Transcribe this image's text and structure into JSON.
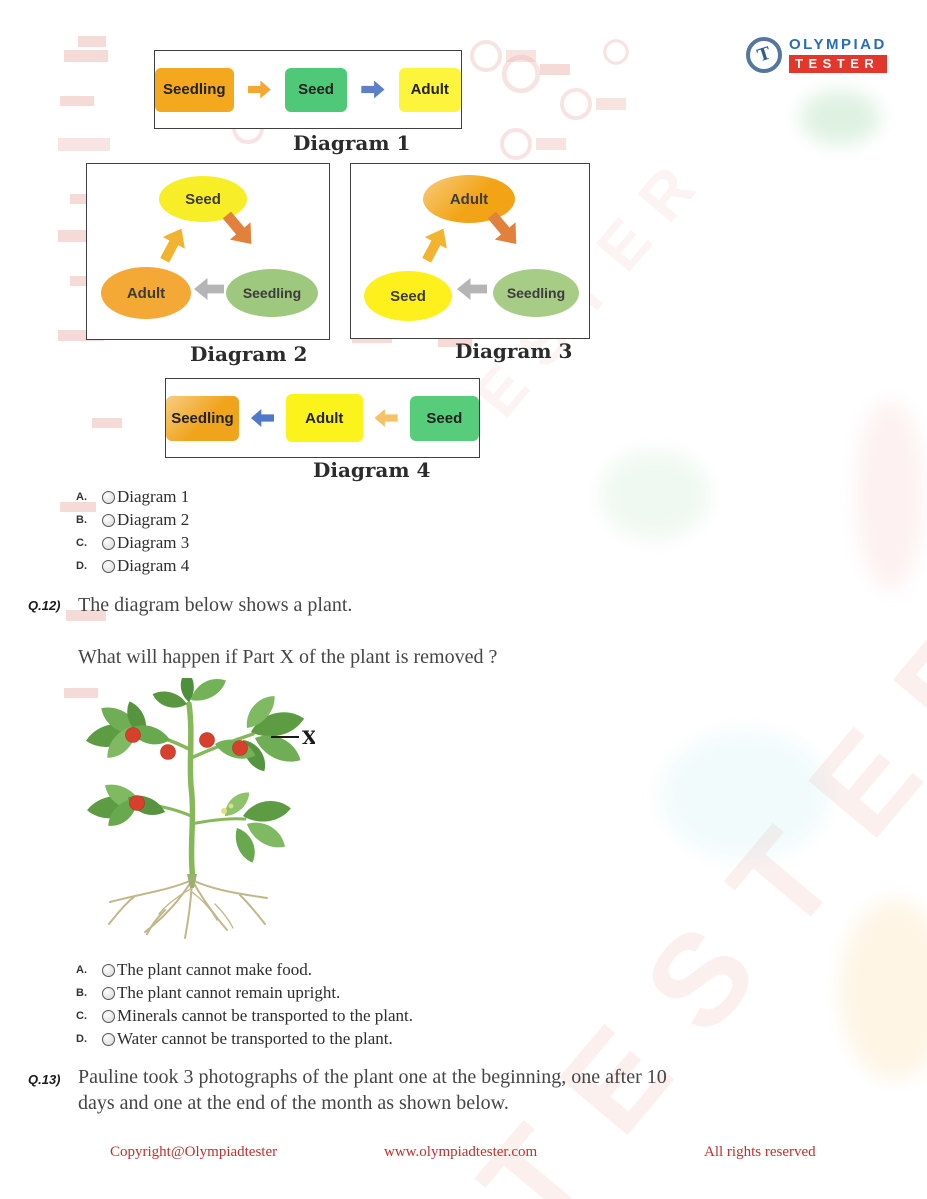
{
  "logo": {
    "t": "T",
    "olympiad": "OLYMPIAD",
    "tester": "TESTER",
    "blue": "#2a6cb5",
    "red": "#e2372b"
  },
  "watermark": {
    "text": "TESTER"
  },
  "diagram1": {
    "caption": "Diagram 1",
    "nodes": [
      {
        "label": "Seedling",
        "bg": "#f3a81d"
      },
      {
        "label": "Seed",
        "bg": "#4fc878"
      },
      {
        "label": "Adult",
        "bg": "#fdf43c"
      }
    ],
    "arrows": [
      {
        "dir": "right",
        "color": "#f2a832"
      },
      {
        "dir": "right",
        "color": "#5b80c8"
      }
    ]
  },
  "diagram2": {
    "caption": "Diagram 2",
    "top": {
      "label": "Seed",
      "bg": "#f7ee27"
    },
    "bottom_left": {
      "label": "Adult",
      "bg": "#f4a836"
    },
    "bottom_right": {
      "label": "Seedling",
      "bg": "#9dc87d"
    },
    "arrows": [
      {
        "from": "Seed",
        "to": "Seedling",
        "color": "#e2813b"
      },
      {
        "from": "Seedling",
        "to": "Adult",
        "color": "#b5b5b5"
      },
      {
        "from": "Adult",
        "to": "Seed",
        "color": "#f2b32e"
      }
    ]
  },
  "diagram3": {
    "caption": "Diagram 3",
    "top": {
      "label": "Adult",
      "bg": "#f2a416"
    },
    "bottom_left": {
      "label": "Seed",
      "bg": "#fdf01c"
    },
    "bottom_right": {
      "label": "Seedling",
      "bg": "#a7cc86"
    },
    "arrows": [
      {
        "from": "Adult",
        "to": "Seedling",
        "color": "#e2813b"
      },
      {
        "from": "Seedling",
        "to": "Seed",
        "color": "#b5b5b5"
      },
      {
        "from": "Seed",
        "to": "Adult",
        "color": "#f2b32e"
      }
    ]
  },
  "diagram4": {
    "caption": "Diagram 4",
    "nodes": [
      {
        "label": "Seedling",
        "bg": "#f0a41c"
      },
      {
        "label": "Adult",
        "bg": "#fcf21c"
      },
      {
        "label": "Seed",
        "bg": "#57cd7c"
      }
    ],
    "arrows": [
      {
        "dir": "left",
        "color": "#4f79c8"
      },
      {
        "dir": "left",
        "color": "#f5c265"
      }
    ]
  },
  "question11_options": [
    {
      "letter": "A.",
      "text": "Diagram 1"
    },
    {
      "letter": "B.",
      "text": "Diagram 2"
    },
    {
      "letter": "C.",
      "text": "Diagram 3"
    },
    {
      "letter": "D.",
      "text": "Diagram 4"
    }
  ],
  "question12": {
    "number": "Q.12)",
    "line1": "The diagram below shows a plant.",
    "line2": "What will happen if Part X of the plant is removed ?",
    "part_label": "X",
    "options": [
      {
        "letter": "A.",
        "text": "The plant cannot make food."
      },
      {
        "letter": "B.",
        "text": "The plant cannot remain upright."
      },
      {
        "letter": "C.",
        "text": "Minerals cannot be transported to the plant."
      },
      {
        "letter": "D.",
        "text": "Water cannot be transported to the plant."
      }
    ]
  },
  "question13": {
    "number": "Q.13)",
    "line1": "Pauline took 3 photographs of the plant one at the beginning, one after 10",
    "line2": "days and one at the end of the month as shown below."
  },
  "footer": {
    "copyright": "Copyright@Olympiadtester",
    "website": "www.olympiadtester.com",
    "rights": "All rights reserved",
    "color": "#c03030"
  }
}
